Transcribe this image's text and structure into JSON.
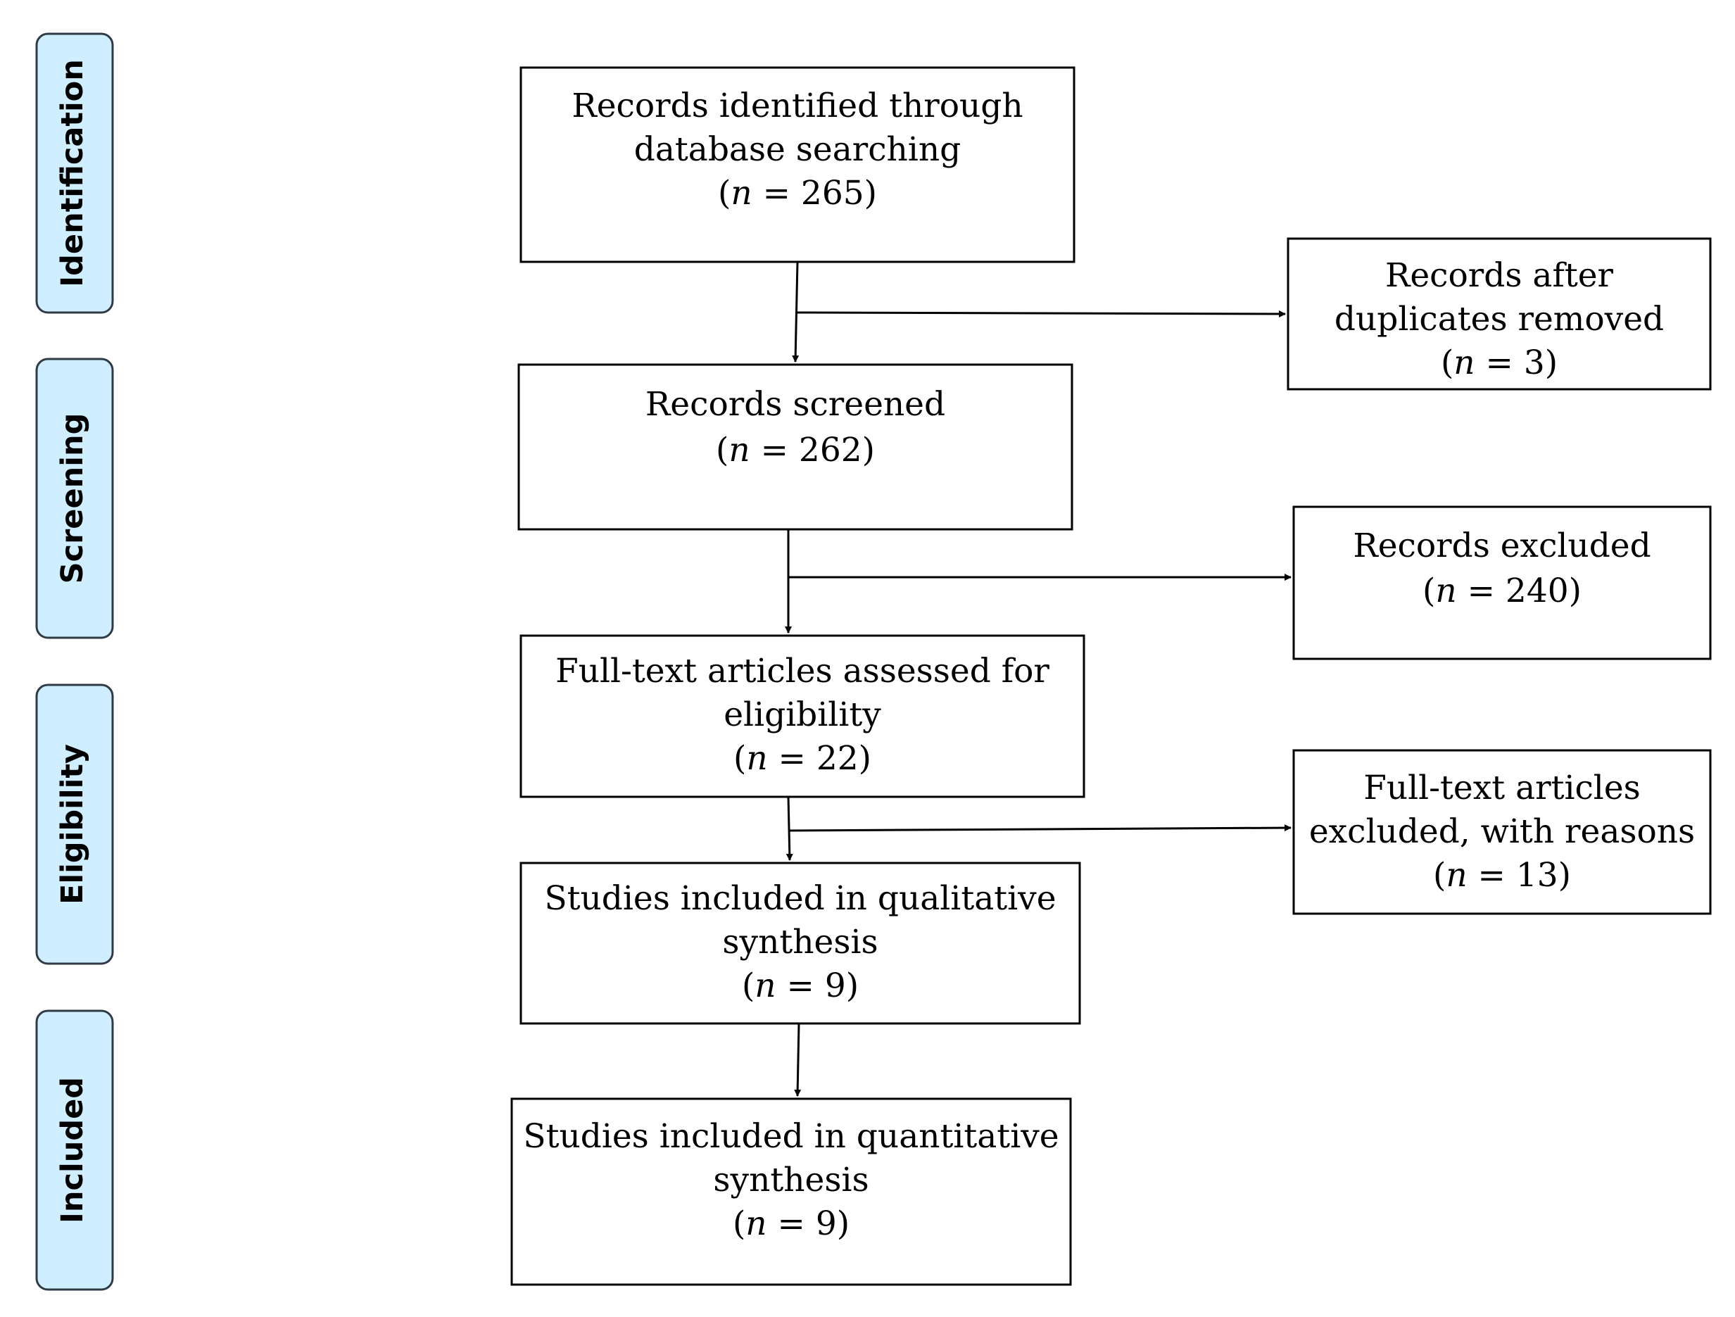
{
  "phases": {
    "identification": "Identification",
    "screening": "Screening",
    "eligibility": "Eligibility",
    "included": "Included"
  },
  "boxes": {
    "identified": {
      "line1": "Records identified through",
      "line2": "database searching",
      "n_prefix": "(",
      "n_symbol": "n",
      "n_value": " = 265)"
    },
    "duplicates": {
      "line1": "Records after",
      "line2": "duplicates removed",
      "n_prefix": "(",
      "n_symbol": "n",
      "n_value": " = 3)"
    },
    "screened": {
      "line1": "Records screened",
      "n_prefix": "(",
      "n_symbol": "n",
      "n_value": " = 262)"
    },
    "excluded": {
      "line1": "Records excluded",
      "n_prefix": "(",
      "n_symbol": "n",
      "n_value": " = 240)"
    },
    "fulltext": {
      "line1": "Full-text articles assessed for",
      "line2": "eligibility",
      "n_prefix": "(",
      "n_symbol": "n",
      "n_value": " = 22)"
    },
    "fulltext_excluded": {
      "line1": "Full-text articles",
      "line2": "excluded, with reasons",
      "n_prefix": "(",
      "n_symbol": "n",
      "n_value": " =  13)"
    },
    "qualitative": {
      "line1": "Studies included in qualitative",
      "line2": "synthesis",
      "n_prefix": "(",
      "n_symbol": "n",
      "n_value": " = 9)"
    },
    "quantitative": {
      "line1": "Studies included in quantitative",
      "line2": "synthesis",
      "n_prefix": "(",
      "n_symbol": "n",
      "n_value": " = 9)"
    }
  }
}
